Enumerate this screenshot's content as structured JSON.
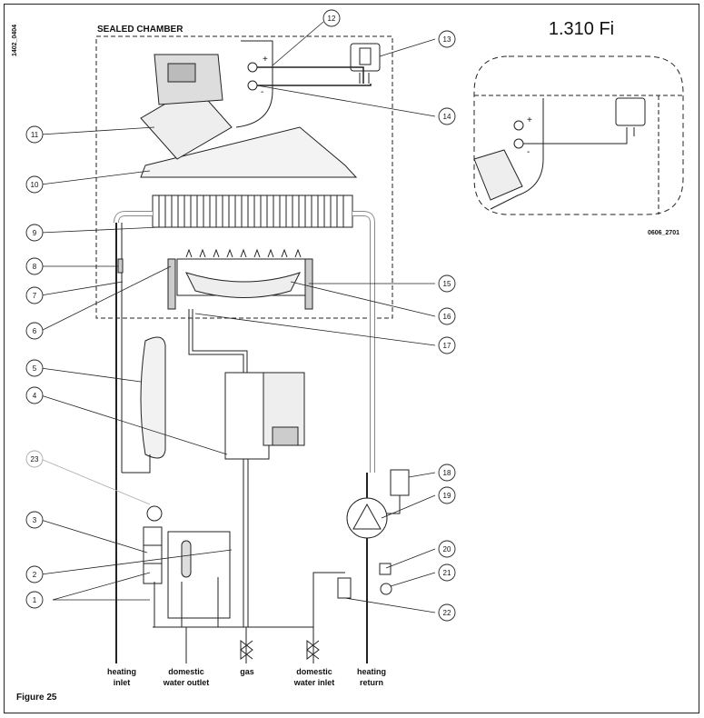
{
  "doc_code": "1402_0404",
  "sealed_chamber_label": "SEALED CHAMBER",
  "model_title": "1.310 Fi",
  "inset_code": "0606_2701",
  "figure_label": "Figure 25",
  "plus_sign": "+",
  "minus_sign": "-",
  "callouts": [
    {
      "id": "c12",
      "label": "12"
    },
    {
      "id": "c13",
      "label": "13"
    },
    {
      "id": "c14",
      "label": "14"
    },
    {
      "id": "c11",
      "label": "11"
    },
    {
      "id": "c10",
      "label": "10"
    },
    {
      "id": "c9",
      "label": "9"
    },
    {
      "id": "c8",
      "label": "8"
    },
    {
      "id": "c7",
      "label": "7"
    },
    {
      "id": "c6",
      "label": "6"
    },
    {
      "id": "c15",
      "label": "15"
    },
    {
      "id": "c16",
      "label": "16"
    },
    {
      "id": "c17",
      "label": "17"
    },
    {
      "id": "c5",
      "label": "5"
    },
    {
      "id": "c4",
      "label": "4"
    },
    {
      "id": "c23",
      "label": "23"
    },
    {
      "id": "c18",
      "label": "18"
    },
    {
      "id": "c19",
      "label": "19"
    },
    {
      "id": "c3",
      "label": "3"
    },
    {
      "id": "c2",
      "label": "2"
    },
    {
      "id": "c1",
      "label": "1"
    },
    {
      "id": "c20",
      "label": "20"
    },
    {
      "id": "c21",
      "label": "21"
    },
    {
      "id": "c22",
      "label": "22"
    }
  ],
  "connections": [
    {
      "id": "heating-inlet",
      "line1": "heating",
      "line2": "inlet"
    },
    {
      "id": "domestic-water-outlet",
      "line1": "domestic",
      "line2": "water outlet"
    },
    {
      "id": "gas",
      "line1": "gas",
      "line2": ""
    },
    {
      "id": "domestic-water-inlet",
      "line1": "domestic",
      "line2": "water inlet"
    },
    {
      "id": "heating-return",
      "line1": "heating",
      "line2": "return"
    }
  ]
}
